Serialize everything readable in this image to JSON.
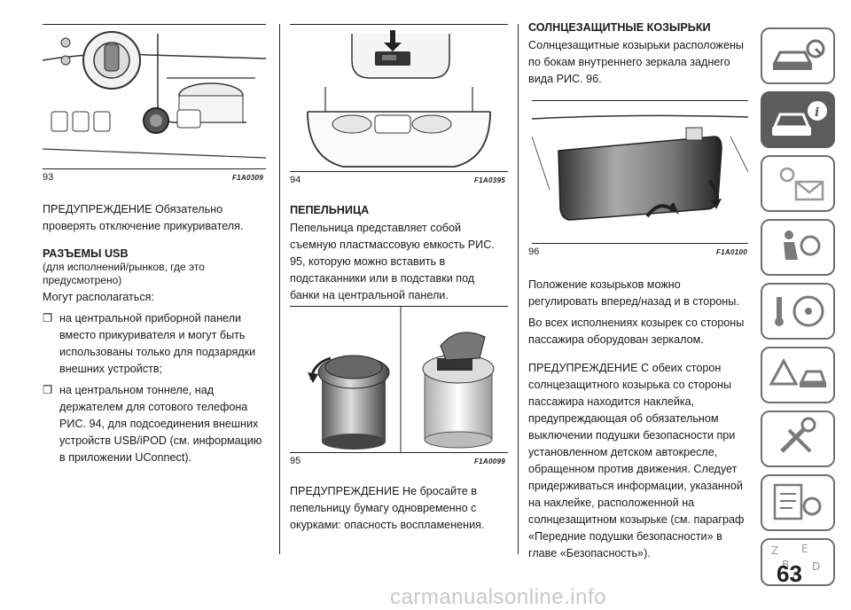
{
  "col1": {
    "fig": {
      "number": "93",
      "code": "F1A0309"
    },
    "warning": "ПРЕДУПРЕЖДЕНИЕ Обязательно проверять отключение прикуривателя.",
    "usb_title": "РАЗЪЕМЫ USB",
    "usb_subtitle": "(для исполнений/рынков, где это предусмотрено)",
    "intro": "Могут располагаться:",
    "bullet_glyph": "❒",
    "items": [
      "на центральной приборной панели вместо прикуривателя и могут быть использованы только для подзарядки внешних устройств;",
      "на центральном тоннеле, над держателем для сотового телефона РИС. 94, для подсоединения внешних устройств USB/iPOD (см. информацию в приложении UConnect)."
    ]
  },
  "col2": {
    "fig1": {
      "number": "94",
      "code": "F1A0395"
    },
    "title": "ПЕПЕЛЬНИЦА",
    "text": "Пепельница представляет собой съемную пластмассовую емкость РИС. 95, которую можно вставить в подстаканники или в подставки под банки на центральной панели.",
    "fig2": {
      "number": "95",
      "code": "F1A0099"
    },
    "warning": "ПРЕДУПРЕЖДЕНИЕ Не бросайте в пепельницу бумагу одновременно с окурками: опасность воспламенения."
  },
  "col3": {
    "title": "СОЛНЦЕЗАЩИТНЫЕ КОЗЫРЬКИ",
    "text": "Солнцезащитные козырьки расположены по бокам внутреннего зеркала заднего вида РИС. 96.",
    "fig": {
      "number": "96",
      "code": "F1A0100"
    },
    "p1": "Положение козырьков можно регулировать вперед/назад и в стороны.",
    "p2": "Во всех исполнениях козырек со стороны пассажира оборудован зеркалом.",
    "warning": "ПРЕДУПРЕЖДЕНИЕ С обеих сторон солнцезащитного козырька со стороны пассажира находится наклейка, предупреждающая об обязательном выключении подушки безопасности при установленном детском автокресле, обращенном против движения. Следует придерживаться информации, указанной на наклейке, расположенной на солнцезащитном козырьке (см. параграф «Передние подушки безопасности» в главе «Безопасность»)."
  },
  "page_number": "63",
  "watermark": "carmanualsonline.info",
  "colors": {
    "text": "#1a1a1a",
    "tab_border": "#6f6f6f",
    "tab_active": "#5c5c5c"
  }
}
